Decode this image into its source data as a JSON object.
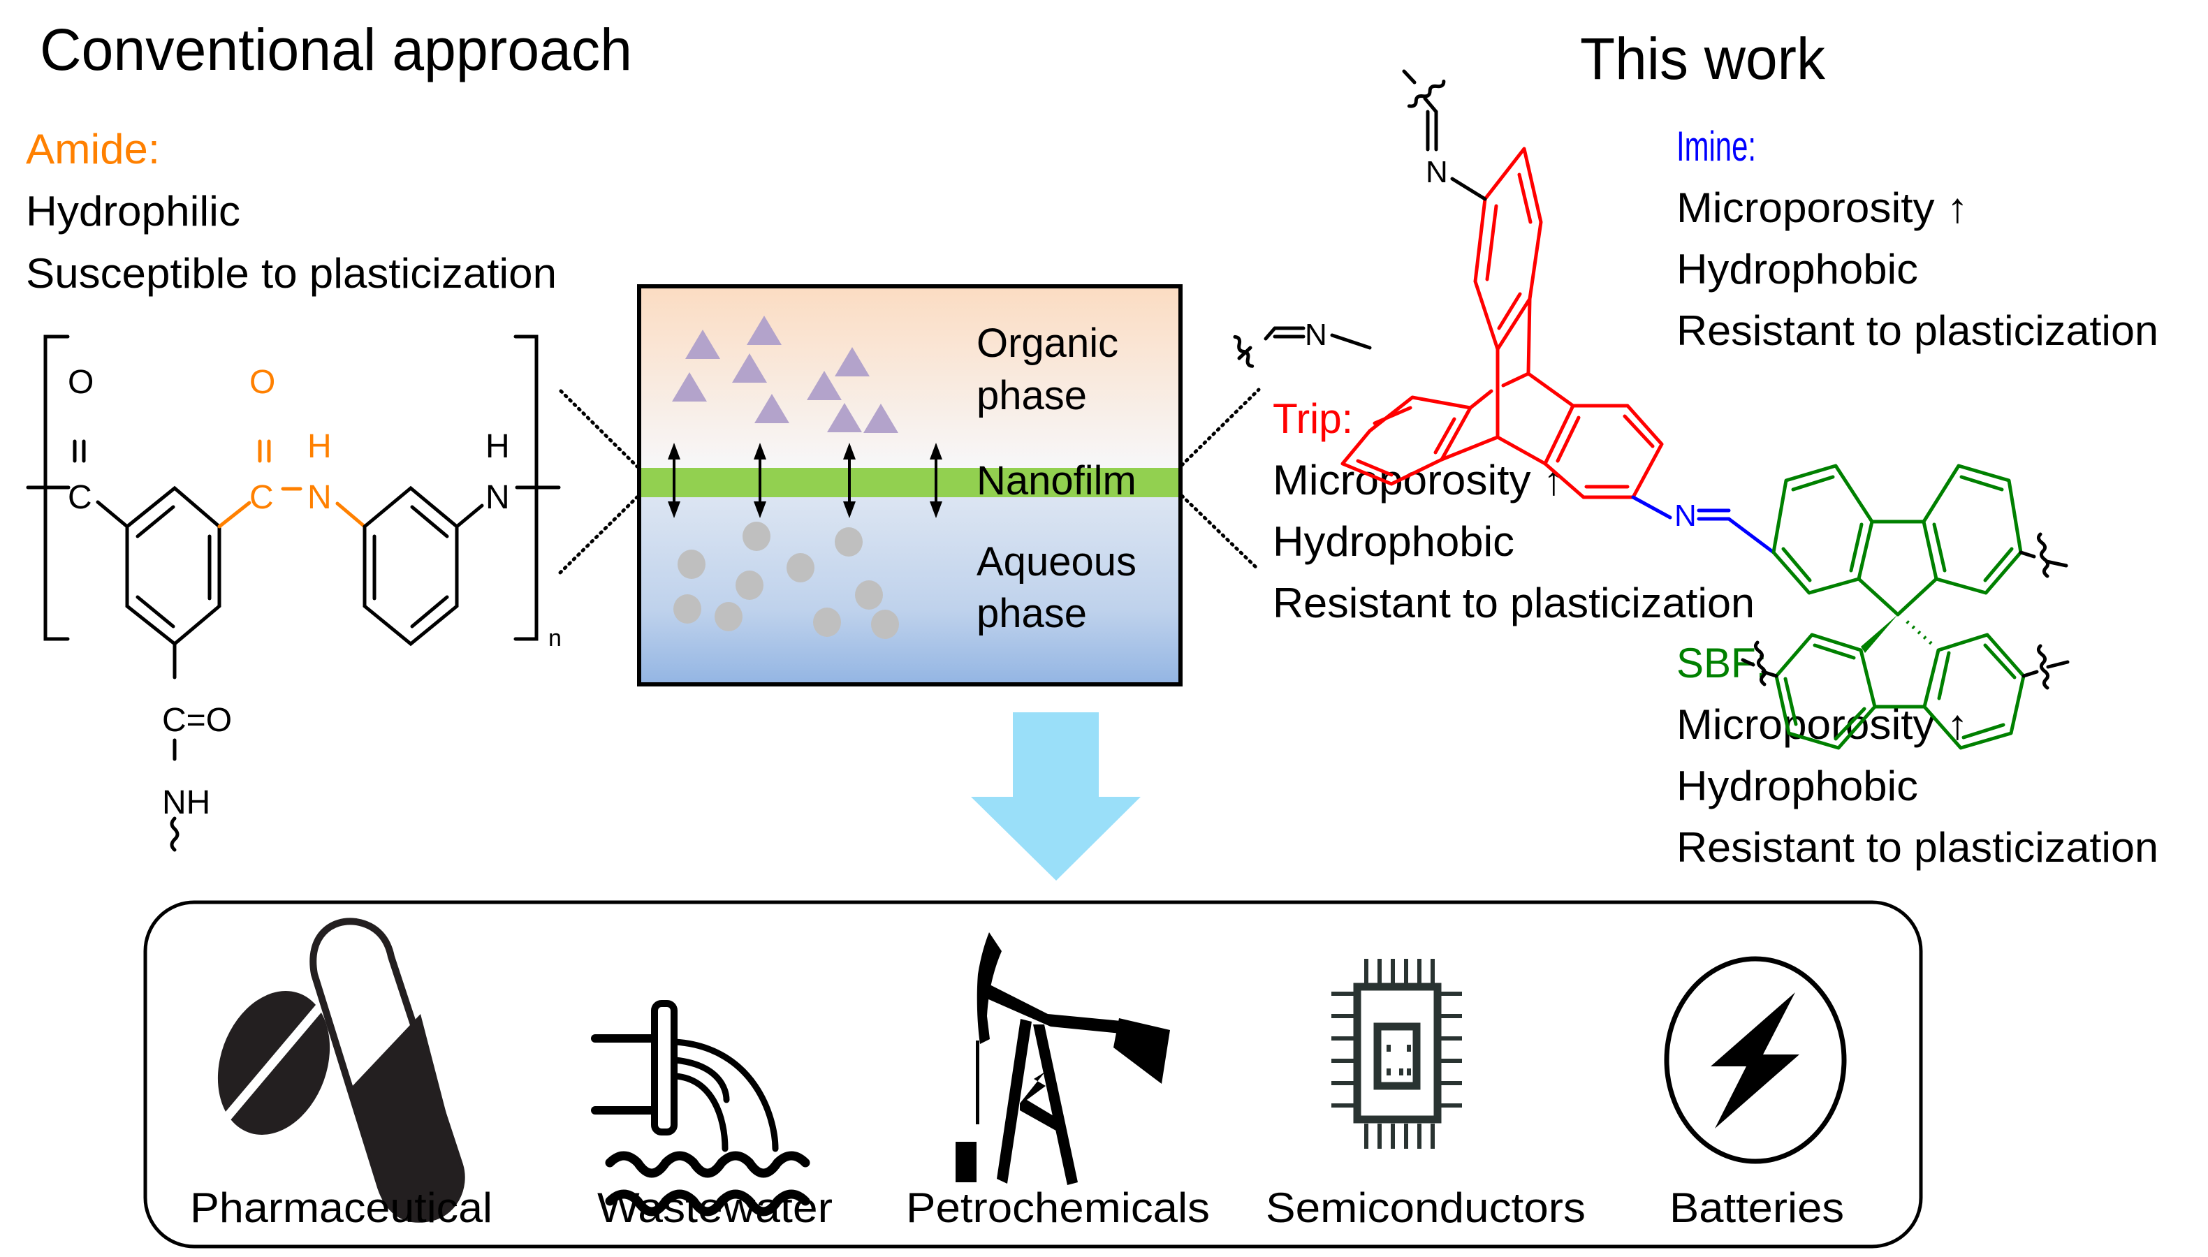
{
  "colors": {
    "amide": "#FF8000",
    "imine": "#0000FF",
    "trip": "#FF0000",
    "sbf": "#008000",
    "nanofilm": "#92D050",
    "organic_top": "#FBDCC2",
    "organic_bottom": "#F7F7F9",
    "aqueous_top": "#DCE5F2",
    "aqueous_bottom": "#93B5E3",
    "solute_triangle": "#B3A3CB",
    "solute_circle": "#BFBFBF",
    "flow_arrow": "#9ADFF9"
  },
  "conventional": {
    "title": "Conventional approach",
    "group_label": "Amide:",
    "properties": [
      "Hydrophilic",
      "Susceptible to plasticization"
    ],
    "structure": {
      "atoms": {
        "o1": "O",
        "c1": "C",
        "o2": "O",
        "c2": "C",
        "h1": "H",
        "n1": "N",
        "h2": "H",
        "n2": "N",
        "c3o3": "C=O",
        "nh": "NH",
        "repeat": "n"
      }
    }
  },
  "membrane": {
    "organic_label_1": "Organic",
    "organic_label_2": "phase",
    "nanofilm_label": "Nanofilm",
    "aqueous_label_1": "Aqueous",
    "aqueous_label_2": "phase"
  },
  "this_work": {
    "title": "This work",
    "imine": {
      "label": "Imine:",
      "properties": [
        "Microporosity ↑",
        "Hydrophobic",
        "Resistant to plasticization"
      ]
    },
    "trip": {
      "label": "Trip:",
      "properties": [
        "Microporosity ↑",
        "Hydrophobic",
        "Resistant to plasticization"
      ]
    },
    "sbf": {
      "label": "SBF:",
      "properties": [
        "Microporosity ↑",
        "Hydrophobic",
        "Resistant to plasticization"
      ]
    },
    "structure": {
      "atoms": {
        "n_top": "N",
        "n_left": "N",
        "n_imine": "N"
      }
    }
  },
  "applications": [
    {
      "label": "Pharmaceutical",
      "icon": "pills-icon"
    },
    {
      "label": "Wastewater",
      "icon": "wastewater-pipe-icon"
    },
    {
      "label": "Petrochemicals",
      "icon": "oil-pump-jack-icon"
    },
    {
      "label": "Semiconductors",
      "icon": "microchip-icon"
    },
    {
      "label": "Batteries",
      "icon": "lightning-bolt-icon"
    }
  ]
}
